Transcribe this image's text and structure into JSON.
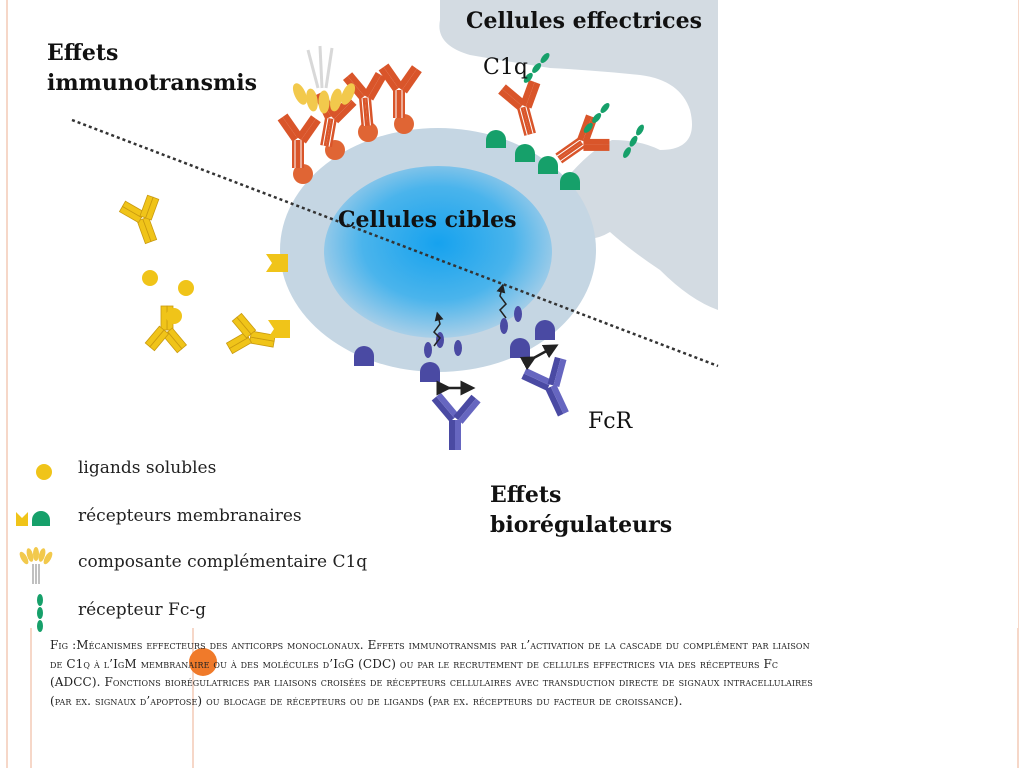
{
  "labels": {
    "effector_cells": "Cellules effectrices",
    "immunotransmis": "Effets immunotransmis",
    "c1q": "C1q",
    "target_cells": "Cellules cibles",
    "fcr": "FcR",
    "bioregulators": "Effets biorégulateurs"
  },
  "legend": [
    {
      "icon": "soluble-ligand-icon",
      "text": "ligands solubles"
    },
    {
      "icon": "membrane-receptor-icon",
      "text": "récepteurs membranaires"
    },
    {
      "icon": "c1q-complement-icon",
      "text": "composante complémentaire C1q"
    },
    {
      "icon": "fc-gamma-receptor-icon",
      "text": "récepteur Fc-g"
    }
  ],
  "caption": "Fig :Mécanismes effecteurs des anticorps monoclonaux. Effets immunotransmis par l’activation de la cascade du complément par liaison de C1q à l’IgM membranaire ou à des molécules d’IgG (CDC) ou par le recrutement de cellules effectrices via des récepteurs Fc (ADCC). Fonctions biorégulatrices par liaisons croisées de récepteurs cellulaires avec transduction directe de signaux intracellulaires (par ex. signaux d’apoptose) ou blocage de récepteurs ou de ligands (par ex. récepteurs du facteur de croissance).",
  "colors": {
    "antibody_red": "#d9552a",
    "antibody_yellow": "#f0c419",
    "antibody_purple": "#4a4aa3",
    "complement_green": "#16a06a",
    "cell_membrane": "#c5d6e3",
    "nucleus": "#3da8e6",
    "effector_cell": "#d3dbe2",
    "frame_accent": "#f6d7c8",
    "orange_dot": "#f07a2a"
  }
}
